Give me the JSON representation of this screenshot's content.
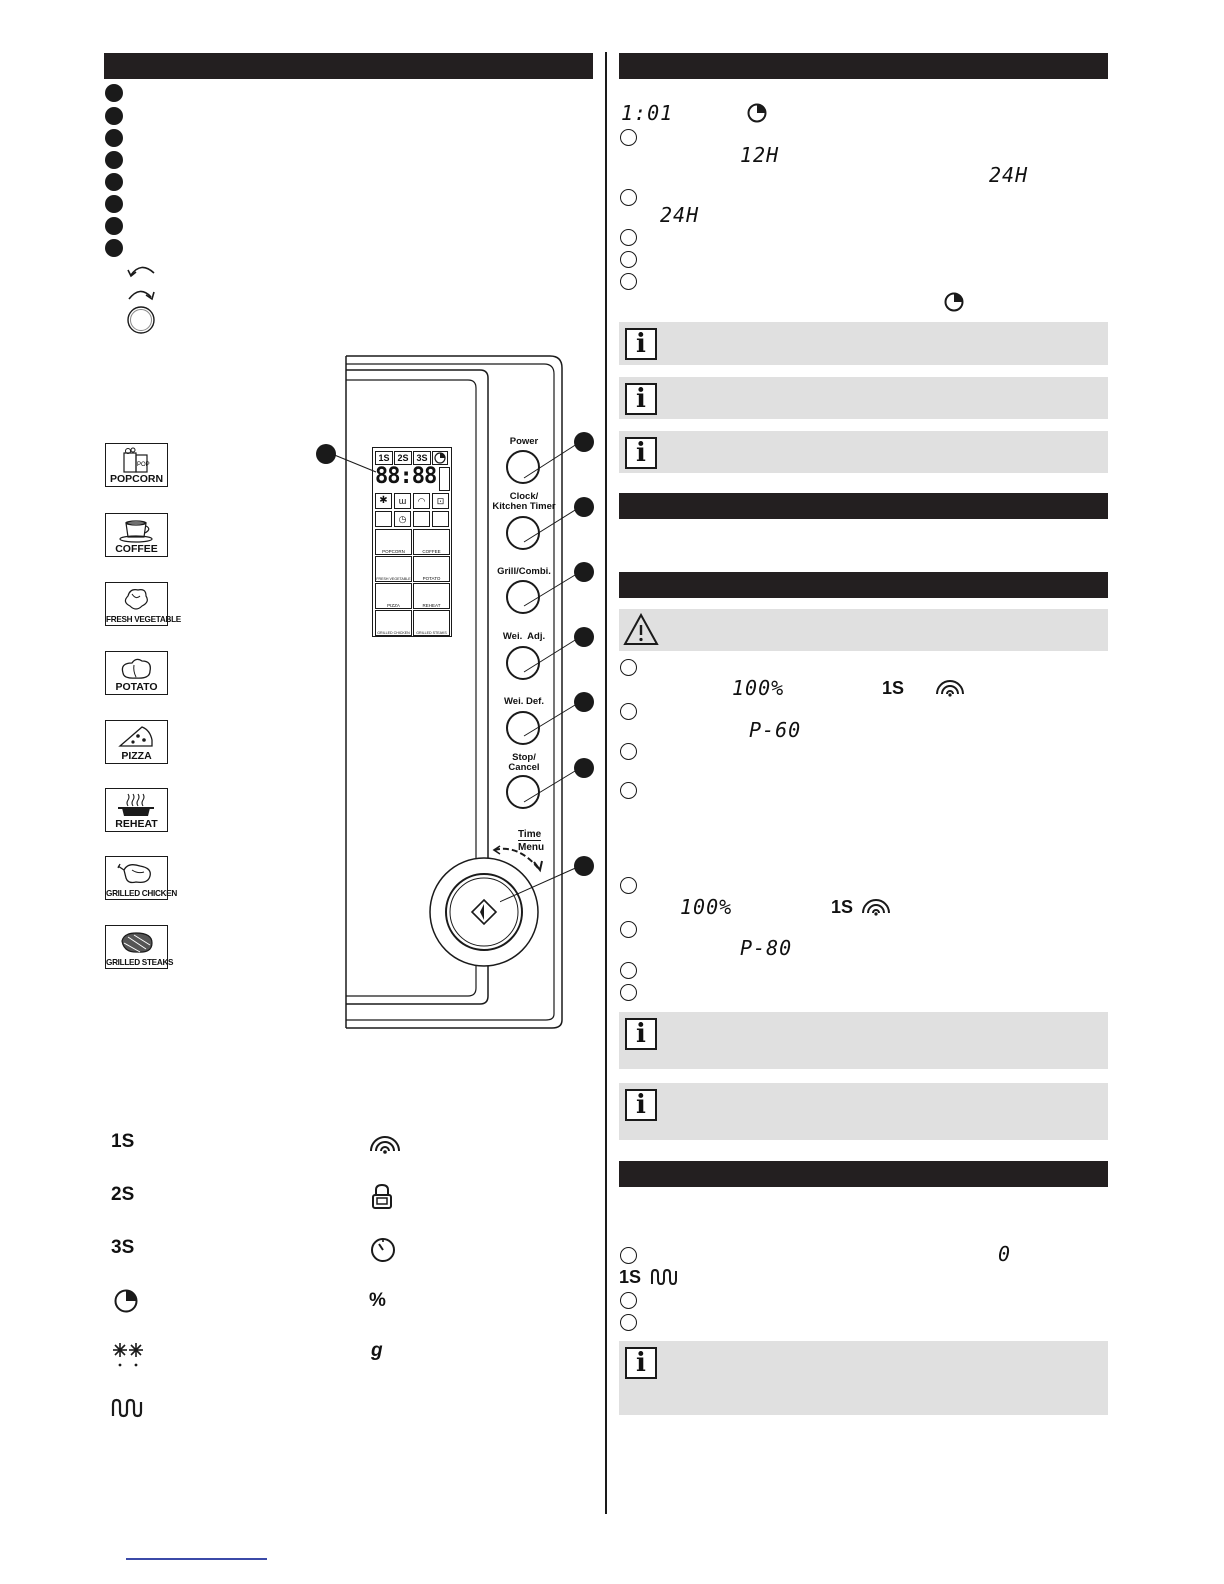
{
  "display": {
    "clock_readout": "1:01",
    "mode_12h": "12H",
    "mode_24h": "24H",
    "power_100": "100%",
    "program_1s": "1S",
    "power_p60": "P-60",
    "power_p80": "P-80",
    "zero_readout": "0",
    "lcd_digits": "88:88",
    "lcd_programs": [
      "1S",
      "2S",
      "3S"
    ]
  },
  "food_icons": [
    "POPCORN",
    "COFFEE",
    "FRESH VEGETABLE",
    "POTATO",
    "PIZZA",
    "REHEAT",
    "GRILLED CHICKEN",
    "GRILLED STEAKS"
  ],
  "panel_buttons": {
    "power": "Power",
    "clock_line1": "Clock/",
    "clock_line2": "Kitchen Timer",
    "grill": "Grill/Combi.",
    "wei_adj": "Wei.  Adj.",
    "wei_def": "Wei. Def.",
    "stop_line1": "Stop/",
    "stop_line2": "Cancel",
    "time": "Time",
    "menu": "Menu"
  },
  "lcd_food_labels": [
    "POPCORN",
    "COFFEE",
    "FRESH VEGETABLE",
    "POTATO",
    "PIZZA",
    "REHEAT",
    "GRILLED CHICKEN",
    "GRILLED STEAKS"
  ],
  "legend": {
    "s1": "1S",
    "s2": "2S",
    "s3": "3S",
    "percent": "%",
    "gram": "g"
  },
  "icon_names": {
    "clock": "clock-icon",
    "microwave": "microwave-waves-icon",
    "lock": "child-lock-icon",
    "timer": "kitchen-timer-icon",
    "defrost": "defrost-icon",
    "grill": "grill-icon",
    "info": "info-icon",
    "warning": "warning-icon"
  }
}
